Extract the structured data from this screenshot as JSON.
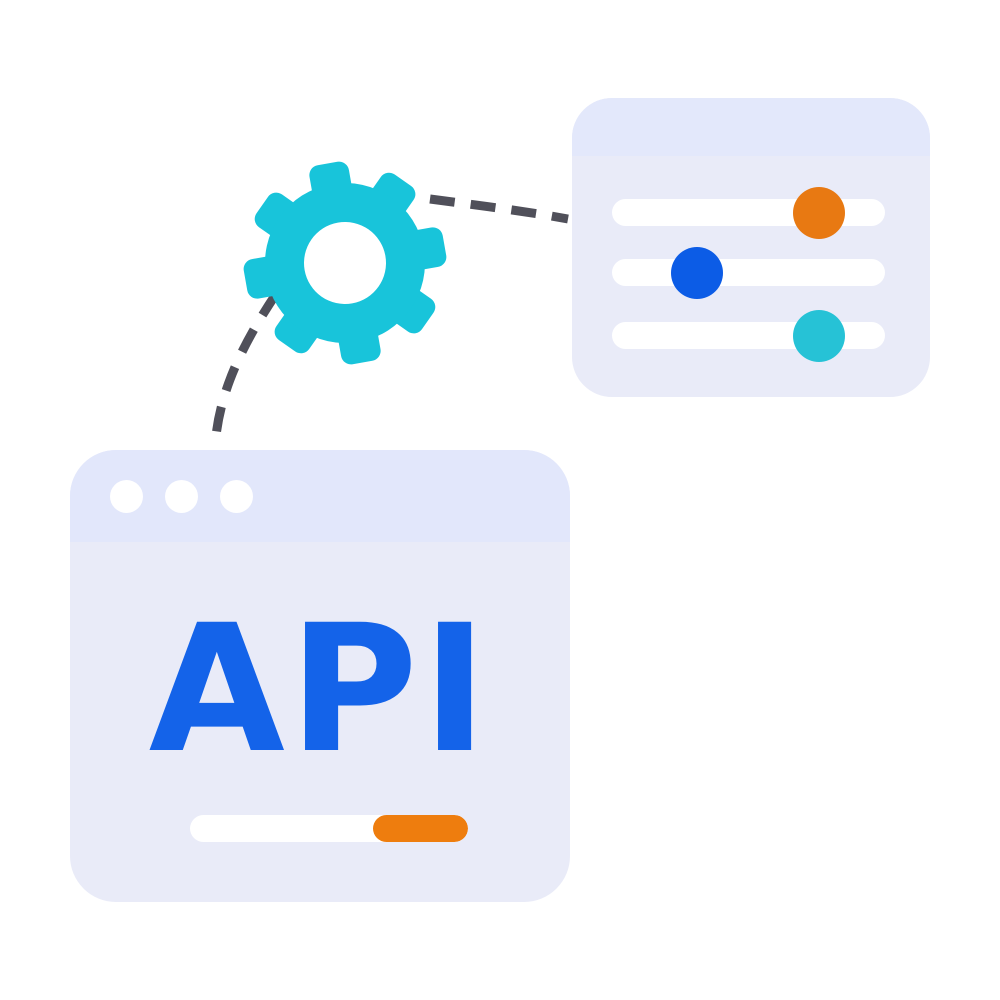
{
  "scene": {
    "background": "#ffffff",
    "connector_color": "#50505A",
    "connector_style": "dashed"
  },
  "browser_window": {
    "title": "API",
    "title_color": "#1463E9",
    "body_color": "#E9EBF8",
    "header_color": "#E2E7FB",
    "dot_color": "#FFFFFF",
    "dot_count": 3,
    "progress_bar": {
      "track_color": "#FFFFFF",
      "fill_color": "#EE7D0E",
      "fill_percent": 34,
      "fill_side": "right"
    }
  },
  "gear": {
    "color": "#18C4DA",
    "hub_color": "#FFFFFF",
    "teeth": 8
  },
  "settings_panel": {
    "body_color": "#E9EBF8",
    "header_color": "#E3E8FB",
    "sliders": [
      {
        "track_color": "#FFFFFF",
        "knob_color": "#E87912",
        "knob_position_percent": 76
      },
      {
        "track_color": "#FFFFFF",
        "knob_color": "#0C5CE6",
        "knob_position_percent": 31
      },
      {
        "track_color": "#FFFFFF",
        "knob_color": "#26C2D6",
        "knob_position_percent": 76
      }
    ]
  }
}
